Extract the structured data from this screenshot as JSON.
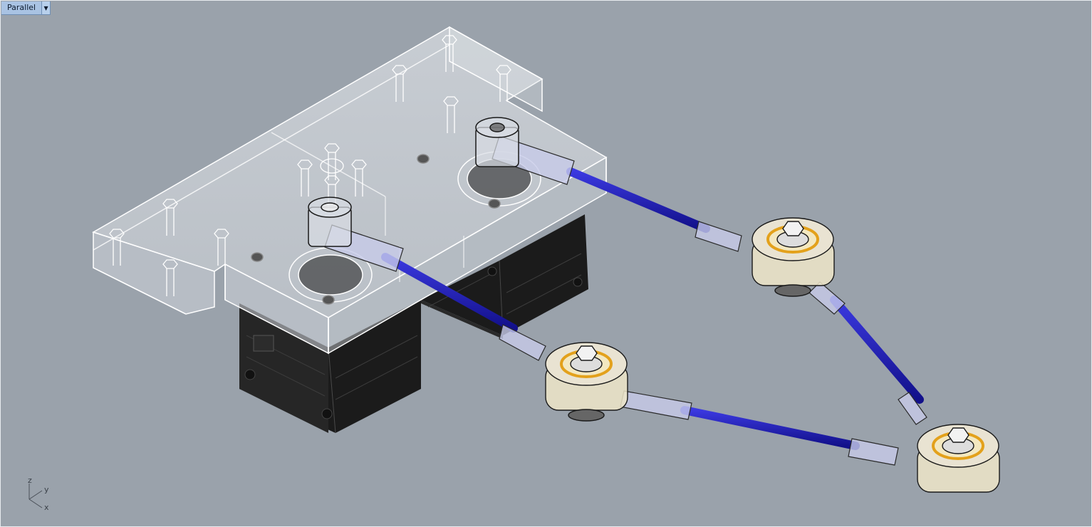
{
  "viewport": {
    "name": "Parallel",
    "dropdown_icon": "triangle-down-icon"
  },
  "axes": {
    "x": "x",
    "y": "y",
    "z": "z"
  },
  "colors": {
    "background": "#9aa2ab",
    "belt": "#1c1ab8",
    "motor": "#1a1a1a",
    "plate": "#c9ced4",
    "bearing_ring": "#e3a11b",
    "pulley": "#efe6c8"
  }
}
